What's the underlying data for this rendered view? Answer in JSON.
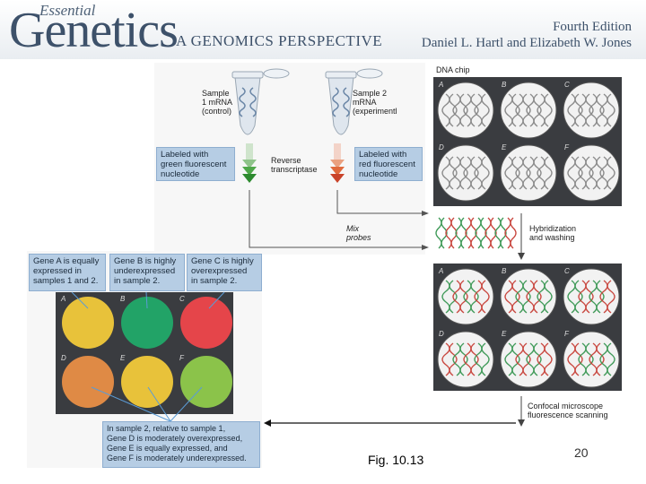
{
  "header": {
    "title_small": "Essential",
    "title_large": "Genetics",
    "subtitle": "A GENOMICS PERSPECTIVE",
    "edition": "Fourth Edition",
    "authors": "Daniel L. Hartl and Elizabeth W. Jones"
  },
  "diagram": {
    "sample1": "Sample 1 mRNA (control)",
    "sample1_lines": [
      "Sample",
      "1 mRNA",
      "(control)"
    ],
    "sample2_lines": [
      "Sample 2",
      "mRNA",
      "(experimentl"
    ],
    "green_label_lines": [
      "Labeled with",
      "green fluorescent",
      "nucleotide"
    ],
    "red_label_lines": [
      "Labeled with",
      "red fluorescent",
      "nucleotide"
    ],
    "enzyme_lines": [
      "Reverse",
      "transcriptase"
    ],
    "mix_lines": [
      "Mix",
      "probes"
    ],
    "dna_chip": "DNA chip",
    "hybridization_lines": [
      "Hybridization",
      "and washing"
    ],
    "confocal_lines": [
      "Confocal microscope",
      "fluorescence scanning"
    ],
    "chip_letters": [
      "A",
      "B",
      "C",
      "D",
      "E",
      "F"
    ],
    "gene_a_lines": [
      "Gene A is equally",
      "expressed in",
      "samples 1 and 2."
    ],
    "gene_b_lines": [
      "Gene B is highly",
      "underexpressed",
      "in sample 2."
    ],
    "gene_c_lines": [
      "Gene C is highly",
      "overexpressed",
      "in sample 2."
    ],
    "summary_lines": [
      "In sample 2, relative to sample 1,",
      "Gene D is moderately overexpressed,",
      "Gene E is equally expressed, and",
      "Gene F is moderately underexpressed."
    ],
    "result_colors": [
      "#e8c23a",
      "#22a367",
      "#e5454a",
      "#df8a45",
      "#e8c23a",
      "#8bc34a"
    ]
  },
  "footer": {
    "figure": "Fig. 10.13",
    "page_number": "20"
  }
}
